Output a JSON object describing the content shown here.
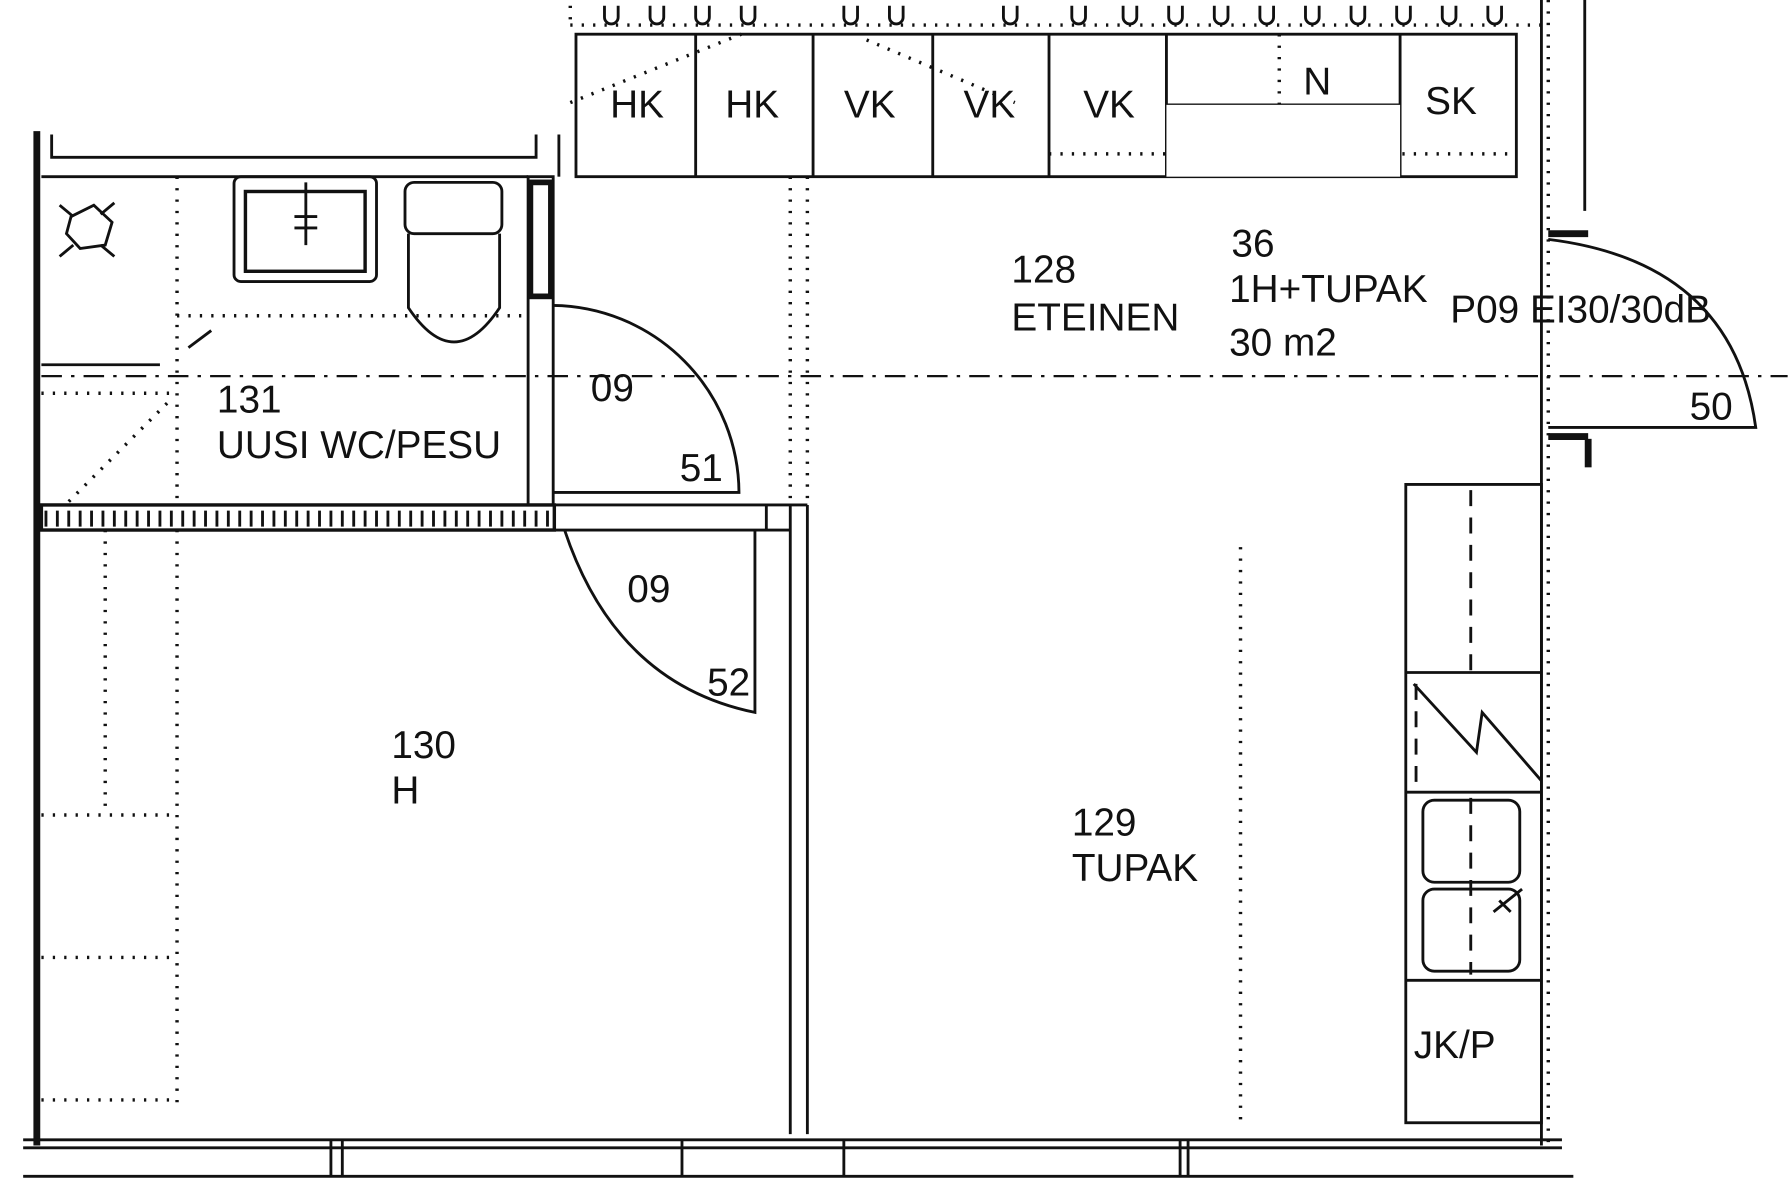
{
  "cabinets": {
    "c1": "HK",
    "c2": "HK",
    "c3": "VK",
    "c4": "VK",
    "c5": "VK",
    "c6": "N",
    "c7": "SK"
  },
  "rooms": {
    "hall": {
      "number": "128",
      "name": "ETEINEN"
    },
    "apartment": {
      "number": "36",
      "type": "1H+TUPAK",
      "area": "30 m2"
    },
    "wc": {
      "number": "131",
      "name": "UUSI WC/PESU"
    },
    "bedroom": {
      "number": "130",
      "name": "H"
    },
    "living": {
      "number": "129",
      "name": "TUPAK"
    }
  },
  "doors": {
    "entrance": {
      "spec": "P09 EI30/30dB",
      "number": "50"
    },
    "wc_door": {
      "type": "09",
      "number": "51"
    },
    "bedroom_door": {
      "type": "09",
      "number": "52"
    }
  },
  "kitchen": {
    "fridge_label": "JK/P"
  }
}
